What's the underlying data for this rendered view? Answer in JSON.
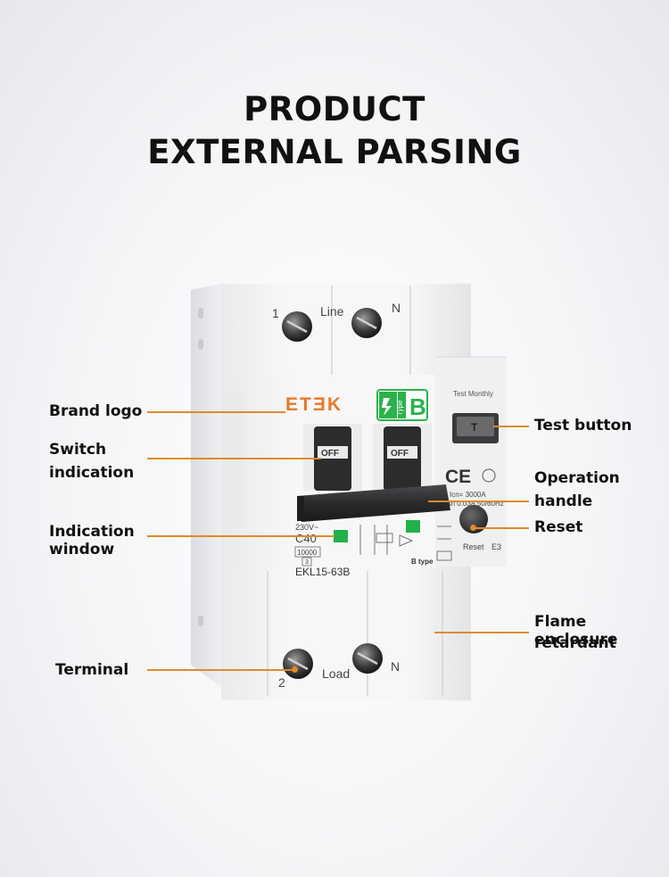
{
  "page": {
    "title_line1": "PRODUCT",
    "title_line2": "EXTERNAL PARSING"
  },
  "labels": {
    "brand_logo": "Brand logo",
    "switch_indication_1": "Switch",
    "switch_indication_2": "indication",
    "indication_window_1": "Indication",
    "indication_window_2": "window",
    "terminal": "Terminal",
    "test_button": "Test button",
    "operation_handle_1": "Operation",
    "operation_handle_2": "handle",
    "reset": "Reset",
    "flame_enclosure_1": "Flame retardant",
    "flame_enclosure_2": "enclosure"
  },
  "device": {
    "brand": "ETƎK",
    "type_badge": "B",
    "type_vertical": "Type",
    "top_pole_left": "1",
    "top_pole_line": "Line",
    "top_pole_n": "N",
    "bottom_pole_left": "2",
    "bottom_pole_load": "Load",
    "bottom_pole_n": "N",
    "test_monthly": "Test Monthly",
    "test_key": "T",
    "off_left": "OFF",
    "off_right": "OFF",
    "ce_mark": "CE",
    "spec_icn": "Icn= 3000A",
    "spec_idn": "IΔn 0.03A 50/60Hz",
    "voltage": "230V~",
    "rating": "C40",
    "breaking": "10000",
    "class": "3",
    "model": "EKL15-63B",
    "b_type": "B type",
    "reset_text": "Reset",
    "e3": "E3"
  },
  "colors": {
    "accent": "#e08a2c",
    "brand": "#e8782a",
    "badge_green": "#2bb24c",
    "indicator_green": "#22b04a",
    "handle": "#2a2a2c"
  }
}
